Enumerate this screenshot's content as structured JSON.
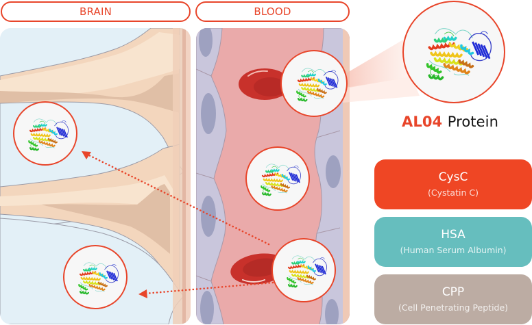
{
  "headers": {
    "brain": "BRAIN",
    "blood": "BLOOD"
  },
  "colors": {
    "accent": "#e8452a",
    "brain_fluid": "#e3f0f7",
    "brain_tissue": "#f3d6bd",
    "blood_plasma": "#eaaaaa",
    "endothelial_cell": "#c9c6dc",
    "red_blood_cell": "#c8312b"
  },
  "protein": {
    "code": "AL04",
    "word": "Protein",
    "icon": "protein-structure-icon"
  },
  "carriers": [
    {
      "abbr": "CysC",
      "full": "(Cystatin C)",
      "color": "#ef4624"
    },
    {
      "abbr": "HSA",
      "full": "(Human Serum Albumin)",
      "color": "#66bebe"
    },
    {
      "abbr": "CPP",
      "full": "(Cell Penetrating Peptide)",
      "color": "#bcaca3"
    }
  ],
  "transport_arrows": [
    {
      "from": "blood",
      "to": "brain",
      "style": "dotted"
    },
    {
      "from": "blood",
      "to": "brain",
      "style": "dotted"
    }
  ],
  "protein_markers": [
    {
      "compartment": "brain"
    },
    {
      "compartment": "brain"
    },
    {
      "compartment": "blood"
    },
    {
      "compartment": "blood"
    },
    {
      "compartment": "blood"
    }
  ]
}
